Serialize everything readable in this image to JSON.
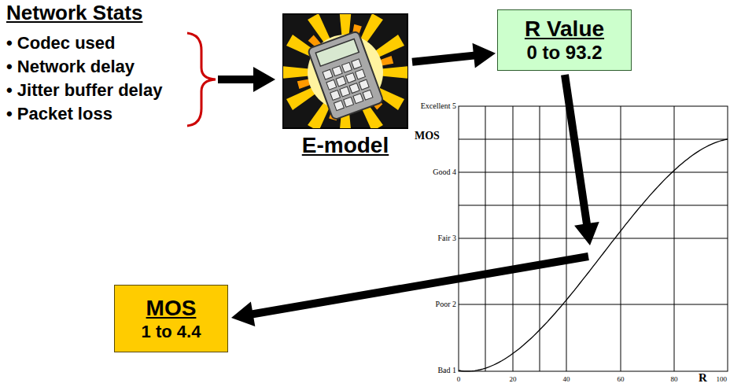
{
  "diagram": {
    "nodes": [
      {
        "text": [
          "E-model"
        ]
      },
      {
        "text": [
          "R Value",
          "0 to 93.2"
        ]
      },
      {
        "text": [
          "MOS",
          "1 to 4.4"
        ]
      }
    ],
    "edges": [
      {
        "from": 0,
        "to": 1,
        "arrow": "to"
      }
    ],
    "labels": [
      "Network Stats",
      "• Codec used",
      "• Network delay",
      "• Jitter buffer delay",
      "• Packet loss",
      "MOS",
      "Excellent 5",
      "Good 4",
      "Fair 3",
      "Poor 2",
      "Bad 1",
      "0",
      "20",
      "40",
      "60",
      "80",
      "100",
      "R"
    ]
  }
}
